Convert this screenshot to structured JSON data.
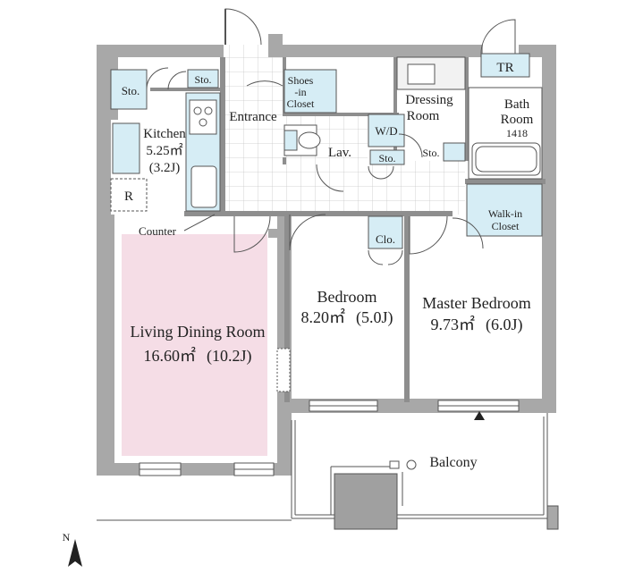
{
  "rooms": {
    "ldr": {
      "name": "Living Dining Room",
      "area": "16.60㎡",
      "jo": "(10.2J)"
    },
    "kitchen": {
      "name": "Kitchen",
      "area": "5.25㎡",
      "jo": "(3.2J)"
    },
    "bedroom": {
      "name": "Bedroom",
      "area": "8.20㎡",
      "jo": "(5.0J)"
    },
    "master": {
      "name": "Master Bedroom",
      "area": "9.73㎡",
      "jo": "(6.0J)"
    },
    "entrance": {
      "name": "Entrance"
    },
    "dressing": {
      "name1": "Dressing",
      "name2": "Room"
    },
    "bath": {
      "name1": "Bath",
      "name2": "Room",
      "size": "1418"
    },
    "balcony": {
      "name": "Balcony"
    },
    "lav": {
      "name": "Lav."
    }
  },
  "labels": {
    "sto_top": "Sto.",
    "sto_left": "Sto.",
    "sto_lav": "Sto.",
    "sto_dress": "Sto.",
    "tr": "TR",
    "shoes1": "Shoes",
    "shoes2": "-in",
    "shoes3": "Closet",
    "wd": "W/D",
    "clo": "Clo.",
    "walkin1": "Walk-in",
    "walkin2": "Closet",
    "refrigerator": "R",
    "counter": "Counter"
  },
  "compass": {
    "label": "N"
  },
  "colors": {
    "living_fill": "#f5dde6",
    "fixture_fill": "#d6edf5",
    "wall": "#a8a8a8"
  }
}
